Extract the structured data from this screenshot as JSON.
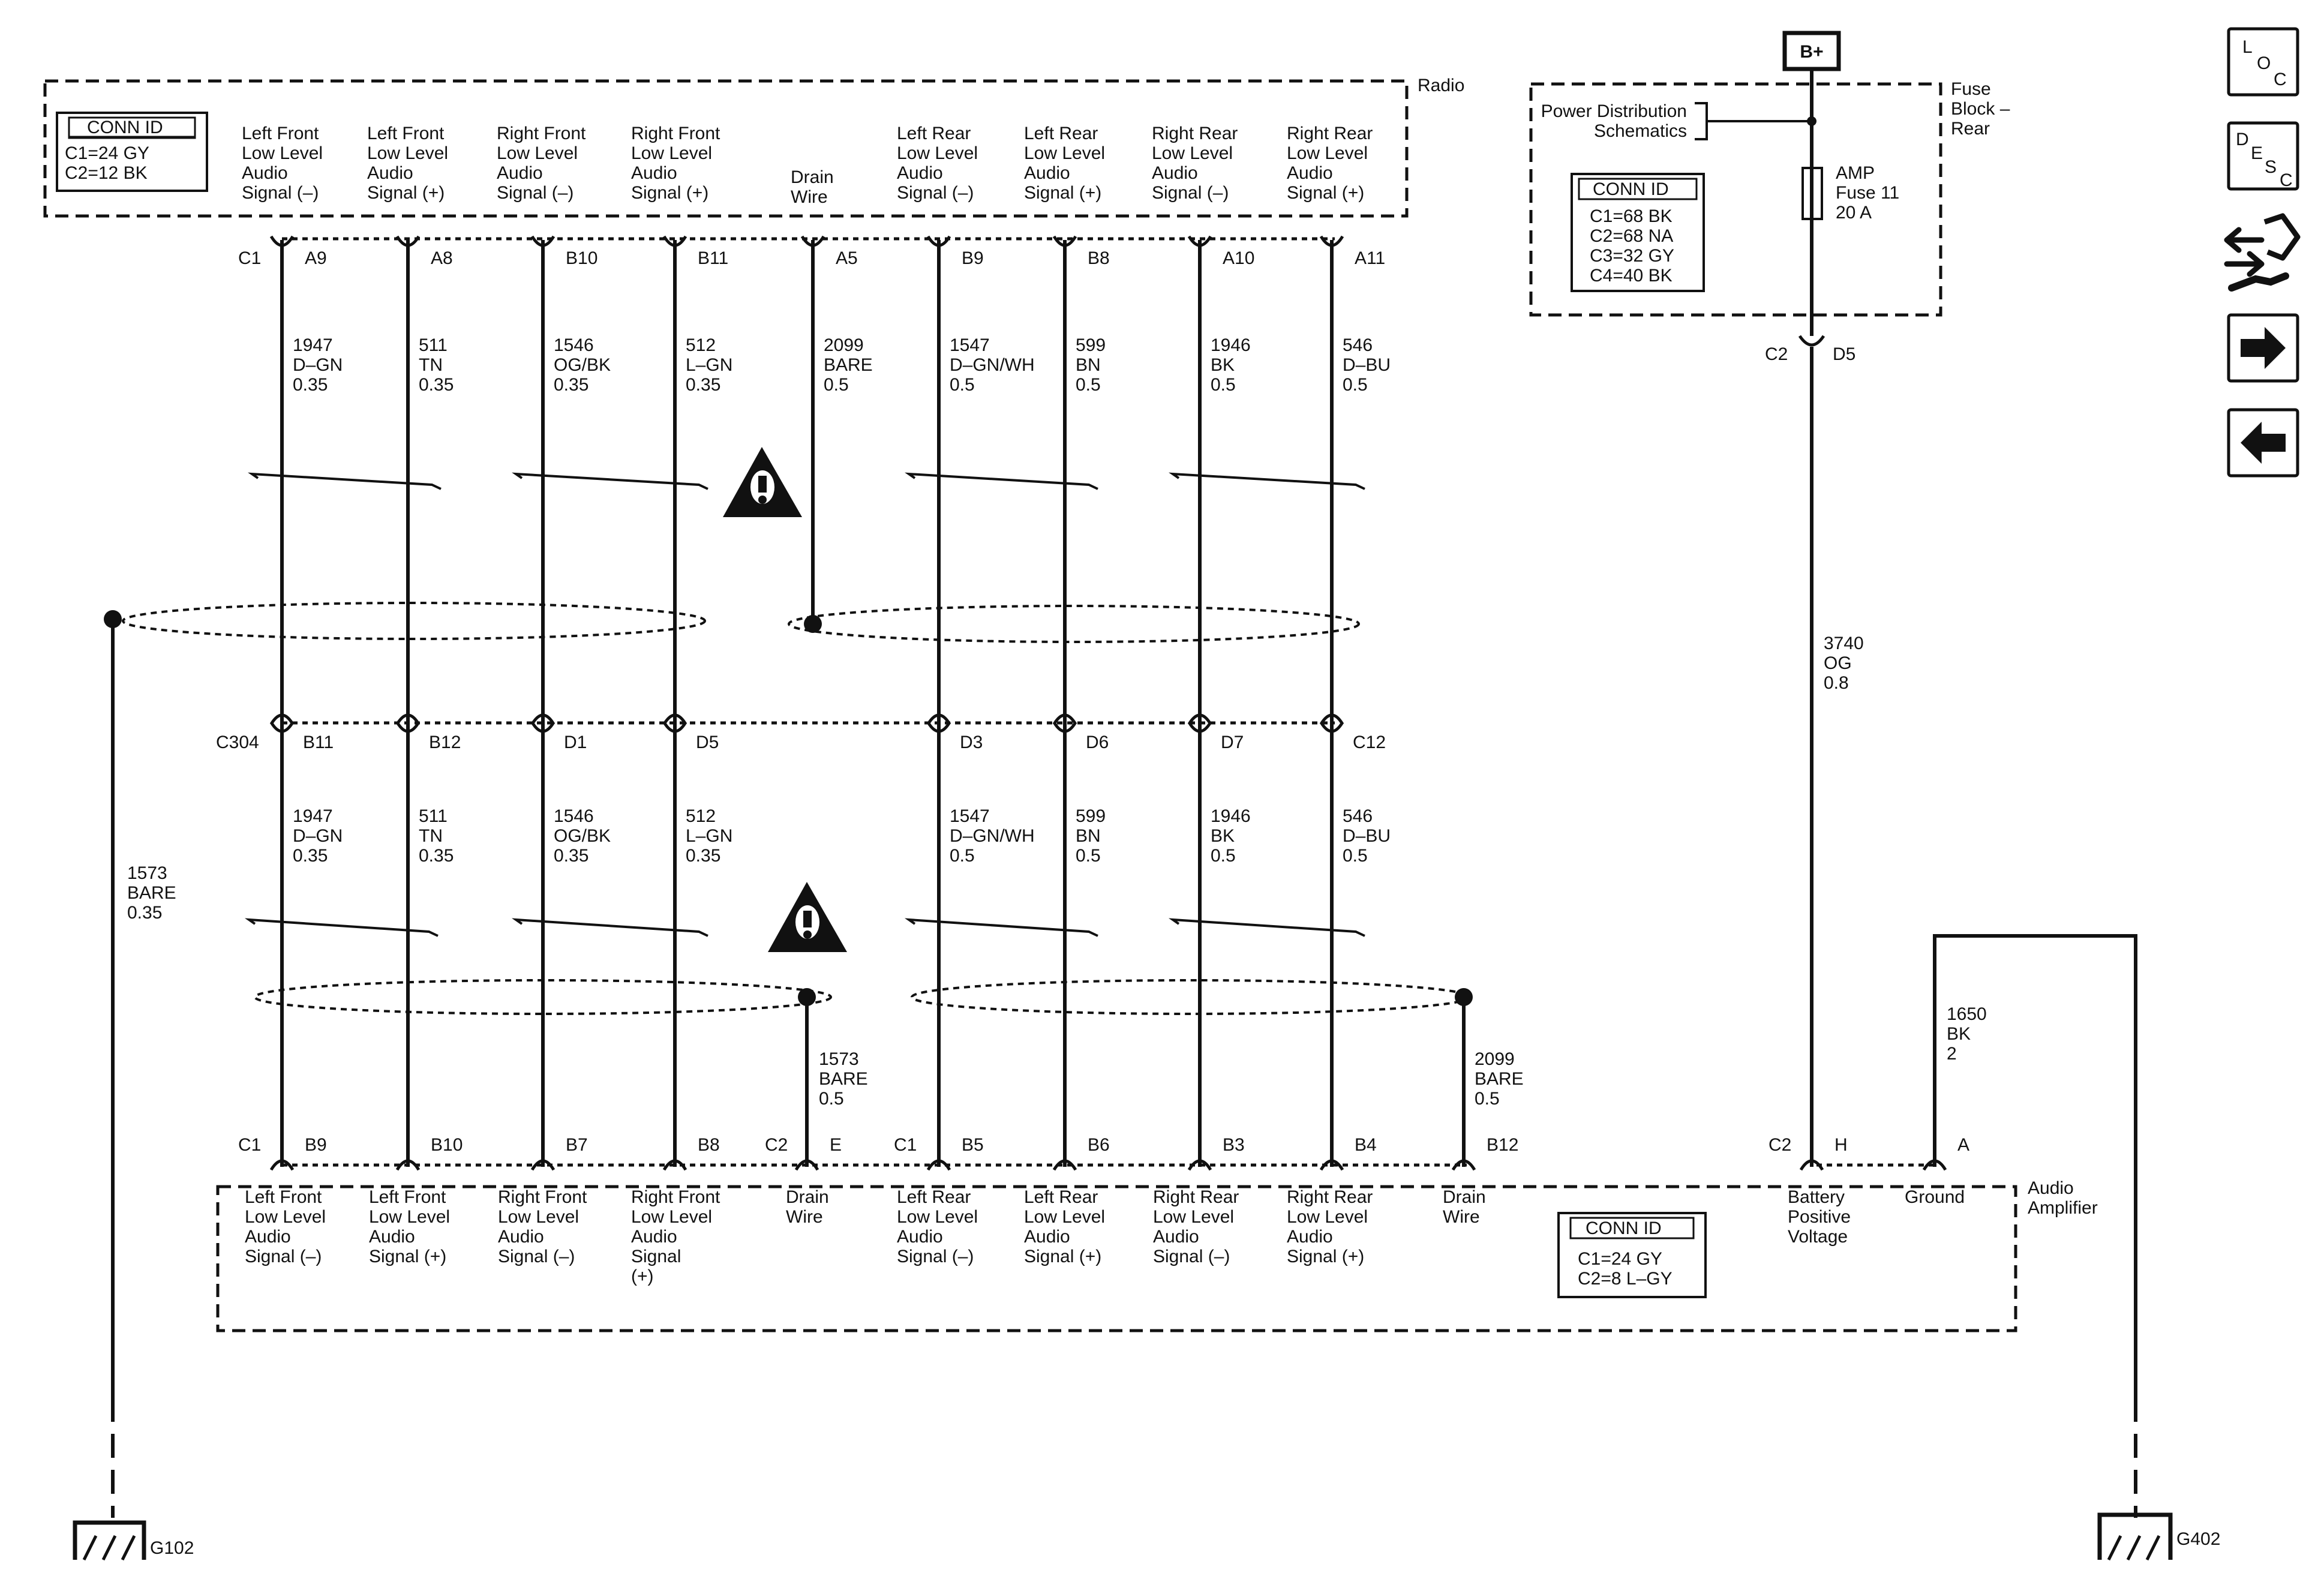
{
  "radio": {
    "title": "Radio",
    "conn_id": {
      "header": "CONN ID",
      "rows": [
        "C1=24 GY",
        "C2=12 BK"
      ]
    },
    "signals": [
      [
        "Left Front",
        "Low Level",
        "Audio",
        "Signal (–)"
      ],
      [
        "Left Front",
        "Low Level",
        "Audio",
        "Signal (+)"
      ],
      [
        "Right Front",
        "Low Level",
        "Audio",
        "Signal (–)"
      ],
      [
        "Right Front",
        "Low Level",
        "Audio",
        "Signal (+)"
      ],
      [
        "Drain",
        "Wire"
      ],
      [
        "Left Rear",
        "Low Level",
        "Audio",
        "Signal (–)"
      ],
      [
        "Left Rear",
        "Low Level",
        "Audio",
        "Signal (+)"
      ],
      [
        "Right Rear",
        "Low Level",
        "Audio",
        "Signal (–)"
      ],
      [
        "Right Rear",
        "Low Level",
        "Audio",
        "Signal (+)"
      ]
    ],
    "connector_label": "C1",
    "pins": [
      "A9",
      "A8",
      "B10",
      "B11",
      "A5",
      "B9",
      "B8",
      "A10",
      "A11"
    ]
  },
  "upper_wires": [
    [
      "1947",
      "D–GN",
      "0.35"
    ],
    [
      "511",
      "TN",
      "0.35"
    ],
    [
      "1546",
      "OG/BK",
      "0.35"
    ],
    [
      "512",
      "L–GN",
      "0.35"
    ],
    [
      "2099",
      "BARE",
      "0.5"
    ],
    [
      "1547",
      "D–GN/WH",
      "0.5"
    ],
    [
      "599",
      "BN",
      "0.5"
    ],
    [
      "1946",
      "BK",
      "0.5"
    ],
    [
      "546",
      "D–BU",
      "0.5"
    ]
  ],
  "inline_connector": {
    "label": "C304",
    "pins": [
      "B11",
      "B12",
      "D1",
      "D5",
      "D3",
      "D6",
      "D7",
      "C12"
    ]
  },
  "lower_wires": [
    [
      "1947",
      "D–GN",
      "0.35"
    ],
    [
      "511",
      "TN",
      "0.35"
    ],
    [
      "1546",
      "OG/BK",
      "0.35"
    ],
    [
      "512",
      "L–GN",
      "0.35"
    ],
    [
      "1547",
      "D–GN/WH",
      "0.5"
    ],
    [
      "599",
      "BN",
      "0.5"
    ],
    [
      "1946",
      "BK",
      "0.5"
    ],
    [
      "546",
      "D–BU",
      "0.5"
    ]
  ],
  "drain_wires": {
    "left_ground": [
      "1573",
      "BARE",
      "0.35"
    ],
    "lower_left": [
      "1573",
      "BARE",
      "0.5"
    ],
    "lower_right": [
      "2099",
      "BARE",
      "0.5"
    ]
  },
  "amplifier": {
    "title": [
      "Audio",
      "Amplifier"
    ],
    "conn_id": {
      "header": "CONN ID",
      "rows": [
        "C1=24 GY",
        "C2=8 L–GY"
      ]
    },
    "c1_label": "C1",
    "c1_pins_left": [
      "B9",
      "B10",
      "B7",
      "B8"
    ],
    "c2_label_left": "C2",
    "c2_pin_left": "E",
    "c1_label_right": "C1",
    "c1_pins_right": [
      "B5",
      "B6",
      "B3",
      "B4",
      "B12"
    ],
    "c2_label_right": "C2",
    "c2_pins_right": [
      "H",
      "A"
    ],
    "signals": [
      [
        "Left Front",
        "Low Level",
        "Audio",
        "Signal (–)"
      ],
      [
        "Left Front",
        "Low Level",
        "Audio",
        "Signal (+)"
      ],
      [
        "Right Front",
        "Low Level",
        "Audio",
        "Signal (–)"
      ],
      [
        "Right Front",
        "Low Level",
        "Audio",
        "Signal",
        "(+)"
      ],
      [
        "Drain",
        "Wire"
      ],
      [
        "Left Rear",
        "Low Level",
        "Audio",
        "Signal (–)"
      ],
      [
        "Left Rear",
        "Low Level",
        "Audio",
        "Signal (+)"
      ],
      [
        "Right Rear",
        "Low Level",
        "Audio",
        "Signal (–)"
      ],
      [
        "Right Rear",
        "Low Level",
        "Audio",
        "Signal (+)"
      ],
      [
        "Drain",
        "Wire"
      ],
      [
        "Battery",
        "Positive",
        "Voltage"
      ],
      [
        "Ground"
      ]
    ]
  },
  "fuse_block": {
    "b_plus": "B+",
    "title": [
      "Fuse",
      "Block –",
      "Rear"
    ],
    "power_ref": [
      "Power Distribution",
      "Schematics"
    ],
    "fuse": [
      "AMP",
      "Fuse 11",
      "20 A"
    ],
    "conn_id": {
      "header": "CONN ID",
      "rows": [
        "C1=68 BK",
        "C2=68 NA",
        "C3=32 GY",
        "C4=40 BK"
      ]
    },
    "connector_label": "C2",
    "pin": "D5"
  },
  "power_wire": [
    "3740",
    "OG",
    "0.8"
  ],
  "ground_wire": [
    "1650",
    "BK",
    "2"
  ],
  "grounds": [
    "G102",
    "G402"
  ],
  "nav_buttons": {
    "loc": [
      "L",
      "O",
      "C"
    ],
    "desc": [
      "D",
      "E",
      "S",
      "C"
    ]
  }
}
